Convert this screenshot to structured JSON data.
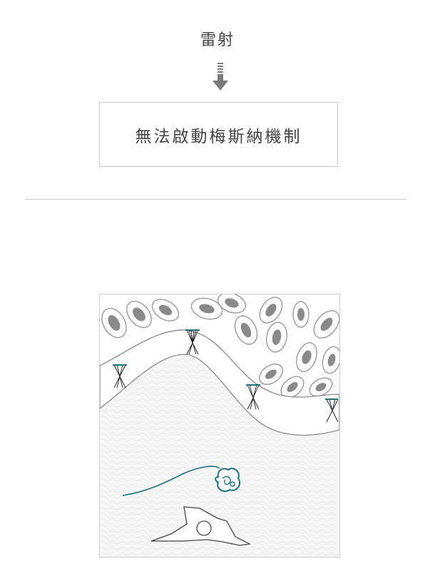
{
  "header": {
    "title": "雷射"
  },
  "result_box": {
    "label": "無法啟動梅斯納機制"
  },
  "icons": {
    "arrow": "down-arrow-icon",
    "tissue": "epithelium-illustration",
    "nerve_cell": "nerve-cell-icon"
  },
  "colors": {
    "text": "#444444",
    "border": "#c9c9c9",
    "cell_fill": "#8a8a8a",
    "nerve_accent": "#1e6f80"
  }
}
